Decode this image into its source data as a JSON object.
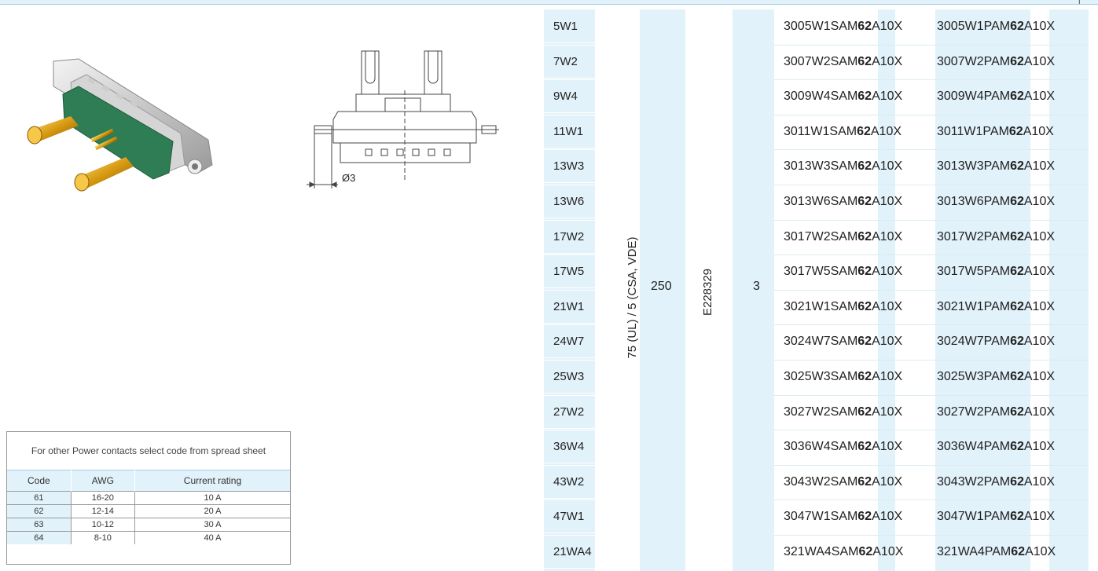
{
  "main_table": {
    "codes": [
      "5W1",
      "7W2",
      "9W4",
      "11W1",
      "13W3",
      "13W6",
      "17W2",
      "17W5",
      "21W1",
      "24W7",
      "25W3",
      "27W2",
      "36W4",
      "43W2",
      "47W1",
      "21WA4"
    ],
    "voltage_text": "75 (UL) / 5 (CSA, VDE)",
    "current": "250",
    "ul_file": "E228329",
    "quantity": "3",
    "solder_parts": [
      [
        "3005W1SAM",
        "62",
        "A10X"
      ],
      [
        "3007W2SAM",
        "62",
        "A10X"
      ],
      [
        "3009W4SAM",
        "62",
        "A10X"
      ],
      [
        "3011W1SAM",
        "62",
        "A10X"
      ],
      [
        "3013W3SAM",
        "62",
        "A10X"
      ],
      [
        "3013W6SAM",
        "62",
        "A10X"
      ],
      [
        "3017W2SAM",
        "62",
        "A10X"
      ],
      [
        "3017W5SAM",
        "62",
        "A10X"
      ],
      [
        "3021W1SAM",
        "62",
        "A10X"
      ],
      [
        "3024W7SAM",
        "62",
        "A10X"
      ],
      [
        "3025W3SAM",
        "62",
        "A10X"
      ],
      [
        "3027W2SAM",
        "62",
        "A10X"
      ],
      [
        "3036W4SAM",
        "62",
        "A10X"
      ],
      [
        "3043W2SAM",
        "62",
        "A10X"
      ],
      [
        "3047W1SAM",
        "62",
        "A10X"
      ],
      [
        "321WA4SAM",
        "62",
        "A10X"
      ]
    ],
    "pcb_parts": [
      [
        "3005W1PAM",
        "62",
        "A10X"
      ],
      [
        "3007W2PAM",
        "62",
        "A10X"
      ],
      [
        "3009W4PAM",
        "62",
        "A10X"
      ],
      [
        "3011W1PAM",
        "62",
        "A10X"
      ],
      [
        "3013W3PAM",
        "62",
        "A10X"
      ],
      [
        "3013W6PAM",
        "62",
        "A10X"
      ],
      [
        "3017W2PAM",
        "62",
        "A10X"
      ],
      [
        "3017W5PAM",
        "62",
        "A10X"
      ],
      [
        "3021W1PAM",
        "62",
        "A10X"
      ],
      [
        "3024W7PAM",
        "62",
        "A10X"
      ],
      [
        "3025W3PAM",
        "62",
        "A10X"
      ],
      [
        "3027W2PAM",
        "62",
        "A10X"
      ],
      [
        "3036W4PAM",
        "62",
        "A10X"
      ],
      [
        "3043W2PAM",
        "62",
        "A10X"
      ],
      [
        "3047W1PAM",
        "62",
        "A10X"
      ],
      [
        "321WA4PAM",
        "62",
        "A10X"
      ]
    ]
  },
  "drawing": {
    "dimension_label": "Ø3"
  },
  "contacts_table": {
    "caption": "For other Power contacts select code from spread sheet",
    "headers": [
      "Code",
      "AWG",
      "Current rating"
    ],
    "rows": [
      [
        "61",
        "16-20",
        "10 A"
      ],
      [
        "62",
        "12-14",
        "20 A"
      ],
      [
        "63",
        "10-12",
        "30 A"
      ],
      [
        "64",
        "8-10",
        "40 A"
      ]
    ]
  },
  "colors": {
    "highlight": "#e2f2fa",
    "border": "#9ecde4"
  }
}
